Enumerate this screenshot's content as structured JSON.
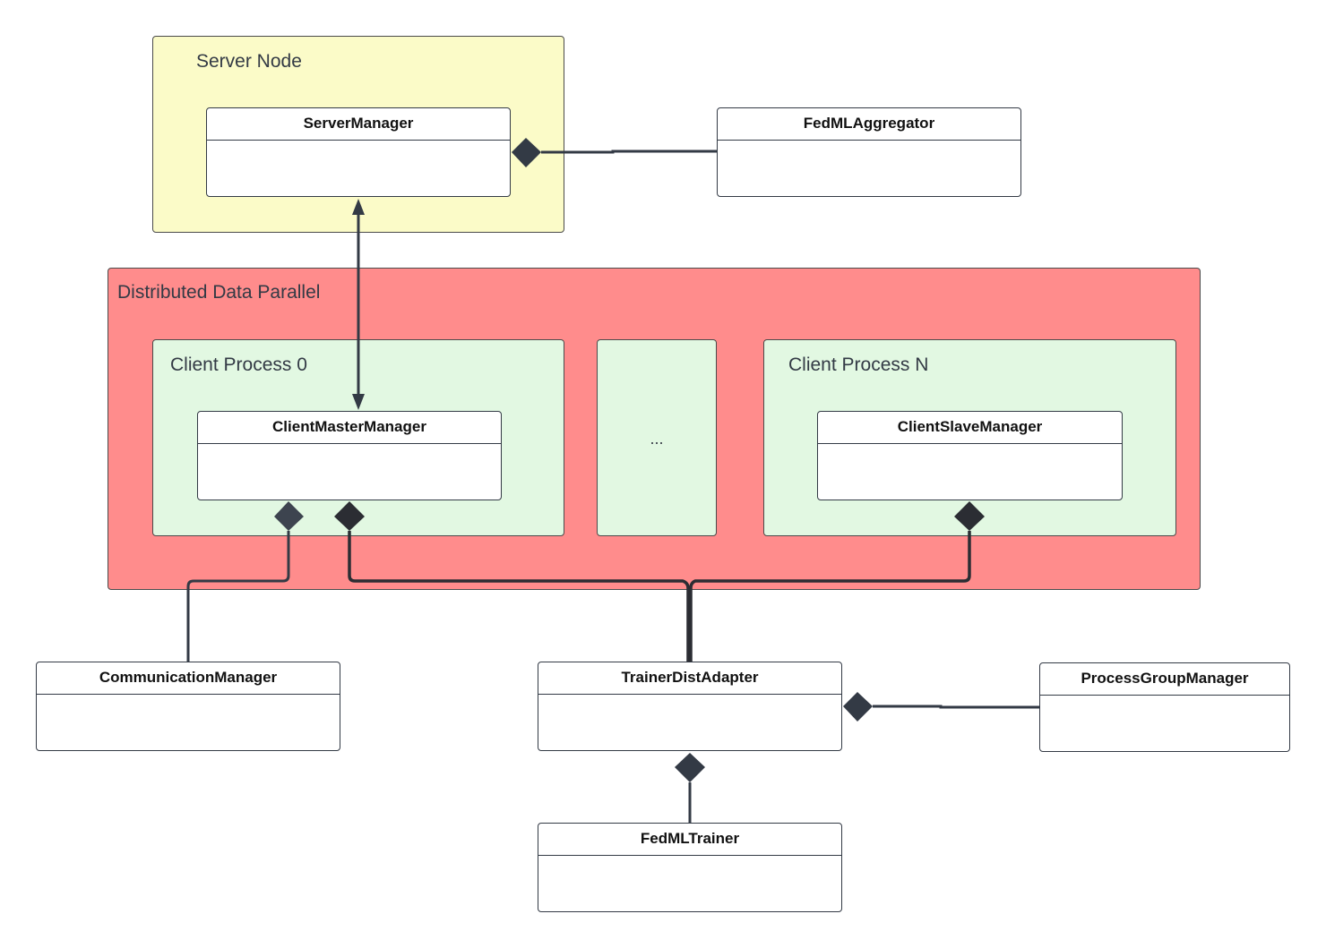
{
  "containers": {
    "server_node": {
      "title": "Server Node",
      "color": "#fbfbc8"
    },
    "ddp": {
      "title": "Distributed Data Parallel",
      "color": "#ff8c8c"
    },
    "client_process_0": {
      "title": "Client Process 0",
      "color": "#e2f8e2"
    },
    "client_process_middle": {
      "label": "...",
      "color": "#e2f8e2"
    },
    "client_process_n": {
      "title": "Client Process N",
      "color": "#e2f8e2"
    }
  },
  "classes": {
    "server_manager": "ServerManager",
    "fedml_aggregator": "FedMLAggregator",
    "client_master_manager": "ClientMasterManager",
    "client_slave_manager": "ClientSlaveManager",
    "communication_manager": "CommunicationManager",
    "trainer_dist_adapter": "TrainerDistAdapter",
    "process_group_manager": "ProcessGroupManager",
    "fedml_trainer": "FedMLTrainer"
  },
  "colors": {
    "line": "#333a45",
    "line_dark": "#2b2d33"
  }
}
